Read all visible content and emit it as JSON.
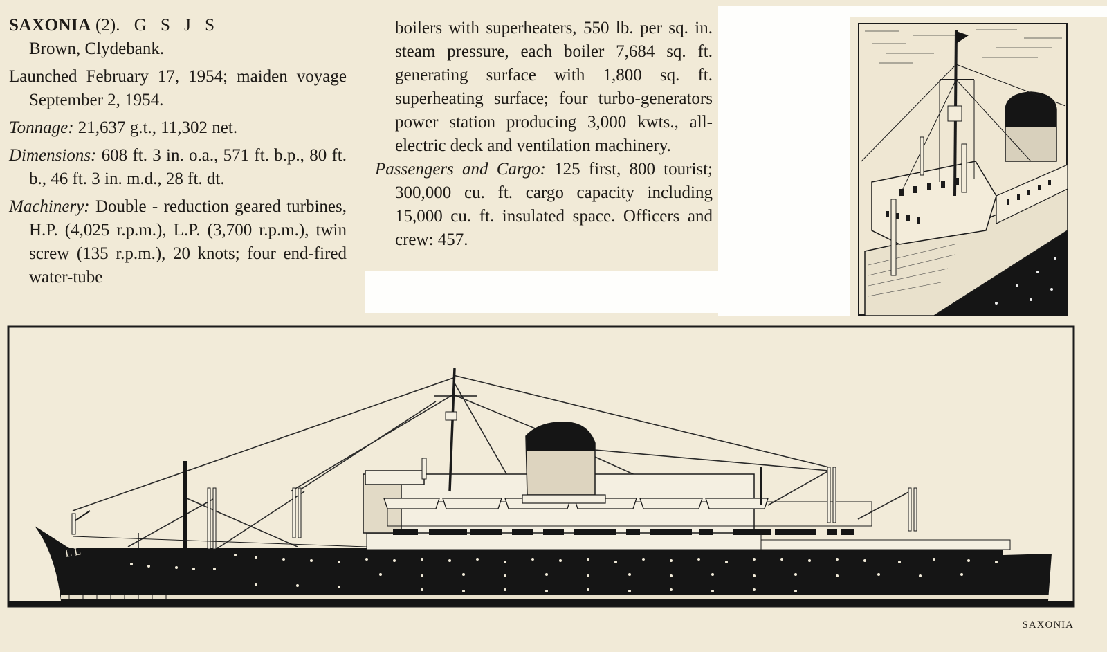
{
  "page": {
    "background_color": "#f1ead7",
    "ink_color": "#1e1b17"
  },
  "entry": {
    "name": "SAXONIA",
    "number": "(2).",
    "signal_letters": "G S J S",
    "builder": "Brown, Clydebank.",
    "launched_line1": "Launched February 17, 1954; maiden",
    "launched_line2": "voyage September 2, 1954.",
    "tonnage_label": "Tonnage:",
    "tonnage_value": "21,637 g.t., 11,302 net.",
    "dimensions_label": "Dimensions:",
    "dimensions_line1": "608 ft. 3 in. o.a., 571 ft. b.p.,",
    "dimensions_line2": "80 ft. b., 46 ft. 3 in. m.d., 28 ft. dt.",
    "machinery_label": "Machinery:",
    "machinery_text": "Double - reduction geared turbines, H.P. (4,025 r.p.m.), L.P. (3,700 r.p.m.), twin screw (135 r.p.m.), 20 knots; four end-fired water-tube",
    "machinery_cont": "boilers with superheaters, 550 lb. per sq. in. steam pressure, each boiler 7,684 sq. ft. generating surface with 1,800 sq. ft. superheating surface; four turbo-generators power station producing 3,000 kwts., all-electric deck and ventilation machinery.",
    "passengers_label": "Passengers and Cargo:",
    "passengers_text": "125 first, 800 tourist; 300,000 cu. ft. cargo capacity including 15,000 cu. ft. insulated space. Officers and crew: 457."
  },
  "illustrations": {
    "inset": "Perspective view of bridge, mast and funnel",
    "profile": "Side profile of the liner"
  },
  "caption": "SAXONIA"
}
